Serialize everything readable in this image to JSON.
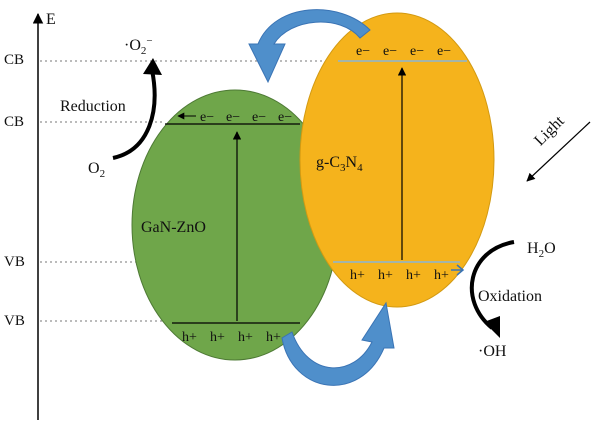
{
  "axis": {
    "label": "E",
    "levels": [
      "CB",
      "CB",
      "VB",
      "VB"
    ]
  },
  "gan_zno": {
    "name": "GaN-ZnO",
    "fill": "#6fa64a",
    "cb_electrons": [
      "e−",
      "e−",
      "e−",
      "e−"
    ],
    "vb_holes": [
      "h+",
      "h+",
      "h+",
      "h+"
    ]
  },
  "g_c3n4": {
    "name_prefix": "g-C",
    "name_sub1": "3",
    "name_mid": "N",
    "name_sub2": "4",
    "fill": "#f5b31c",
    "cb_electrons": [
      "e−",
      "e−",
      "e−",
      "e−"
    ],
    "vb_holes": [
      "h+",
      "h+",
      "h+",
      "h+"
    ]
  },
  "reduction": {
    "label": "Reduction",
    "reactant": "O",
    "reactant_sub": "2",
    "product": "·O",
    "product_sub": "2",
    "product_sup": "−"
  },
  "oxidation": {
    "label": "Oxidation",
    "reactant": "H",
    "reactant_sub": "2",
    "reactant_tail": "O",
    "product": "·OH"
  },
  "light": {
    "label": "Light"
  },
  "colors": {
    "transfer_arrow": "#4f8fcb",
    "reaction_arrow": "#000000",
    "level_line": "#8ab6d6"
  }
}
